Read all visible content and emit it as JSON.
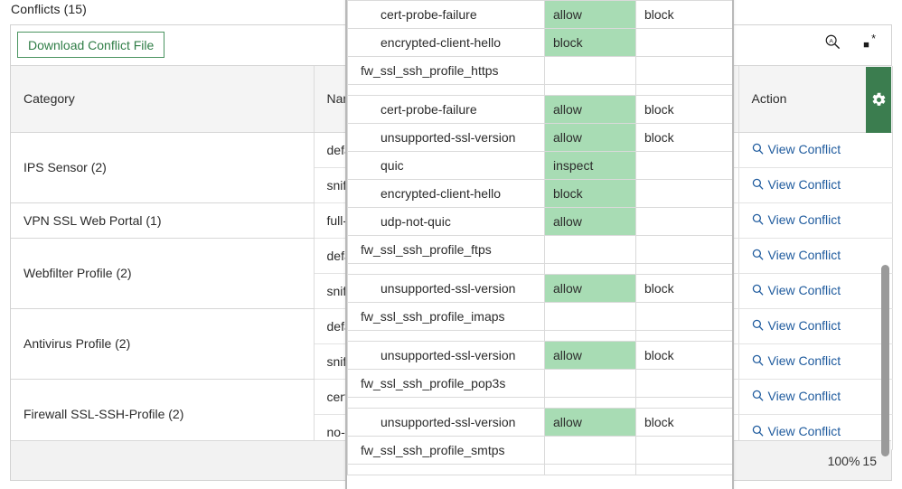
{
  "page": {
    "title": "Conflicts (15)"
  },
  "toolbar": {
    "download_label": "Download Conflict File",
    "icons": [
      {
        "name": "search-icon",
        "label": "Search"
      },
      {
        "name": "column-settings-icon",
        "label": "Columns"
      }
    ]
  },
  "gear_tab": {
    "name": "settings-gear-icon",
    "label": "Settings"
  },
  "table": {
    "columns": [
      "Category",
      "Name",
      "",
      "Action"
    ],
    "rows": [
      {
        "category": "IPS Sensor (2)",
        "names": [
          "defau",
          "sniffe"
        ],
        "action": "View Conflict"
      },
      {
        "category": "VPN SSL Web Portal (1)",
        "names": [
          "full-a"
        ],
        "action": "View Conflict"
      },
      {
        "category": "Webfilter Profile (2)",
        "names": [
          "defau",
          "sniffe"
        ],
        "action": "View Conflict"
      },
      {
        "category": "Antivirus Profile (2)",
        "names": [
          "defau",
          "sniffe"
        ],
        "action": "View Conflict"
      },
      {
        "category": "Firewall SSL-SSH-Profile (2)",
        "names": [
          "certifi",
          "no-in"
        ],
        "action": "View Conflict"
      }
    ],
    "action_label": "View Conflict"
  },
  "footer": {
    "zoom": "100%",
    "count": "15"
  },
  "popup": {
    "rows": [
      {
        "type": "spacer",
        "label": "",
        "v1": "",
        "v2": ""
      },
      {
        "type": "option",
        "label": "cert-probe-failure",
        "v1": "allow",
        "v2": "block"
      },
      {
        "type": "option",
        "label": "encrypted-client-hello",
        "v1": "block",
        "v2": ""
      },
      {
        "type": "group",
        "label": "fw_ssl_ssh_profile_https",
        "v1": "",
        "v2": ""
      },
      {
        "type": "spacer",
        "label": "",
        "v1": "",
        "v2": ""
      },
      {
        "type": "option",
        "label": "cert-probe-failure",
        "v1": "allow",
        "v2": "block"
      },
      {
        "type": "option",
        "label": "unsupported-ssl-version",
        "v1": "allow",
        "v2": "block"
      },
      {
        "type": "option",
        "label": "quic",
        "v1": "inspect",
        "v2": ""
      },
      {
        "type": "option",
        "label": "encrypted-client-hello",
        "v1": "block",
        "v2": ""
      },
      {
        "type": "option",
        "label": "udp-not-quic",
        "v1": "allow",
        "v2": ""
      },
      {
        "type": "group",
        "label": "fw_ssl_ssh_profile_ftps",
        "v1": "",
        "v2": ""
      },
      {
        "type": "spacer",
        "label": "",
        "v1": "",
        "v2": ""
      },
      {
        "type": "option",
        "label": "unsupported-ssl-version",
        "v1": "allow",
        "v2": "block"
      },
      {
        "type": "group",
        "label": "fw_ssl_ssh_profile_imaps",
        "v1": "",
        "v2": ""
      },
      {
        "type": "spacer",
        "label": "",
        "v1": "",
        "v2": ""
      },
      {
        "type": "option",
        "label": "unsupported-ssl-version",
        "v1": "allow",
        "v2": "block"
      },
      {
        "type": "group",
        "label": "fw_ssl_ssh_profile_pop3s",
        "v1": "",
        "v2": ""
      },
      {
        "type": "spacer",
        "label": "",
        "v1": "",
        "v2": ""
      },
      {
        "type": "option",
        "label": "unsupported-ssl-version",
        "v1": "allow",
        "v2": "block"
      },
      {
        "type": "group",
        "label": "fw_ssl_ssh_profile_smtps",
        "v1": "",
        "v2": ""
      },
      {
        "type": "spacer",
        "label": "",
        "v1": "",
        "v2": ""
      }
    ]
  },
  "colors": {
    "accent_green": "#3b7d4f",
    "highlight_green": "#a8dcb4",
    "link_blue": "#1f5b9e"
  }
}
